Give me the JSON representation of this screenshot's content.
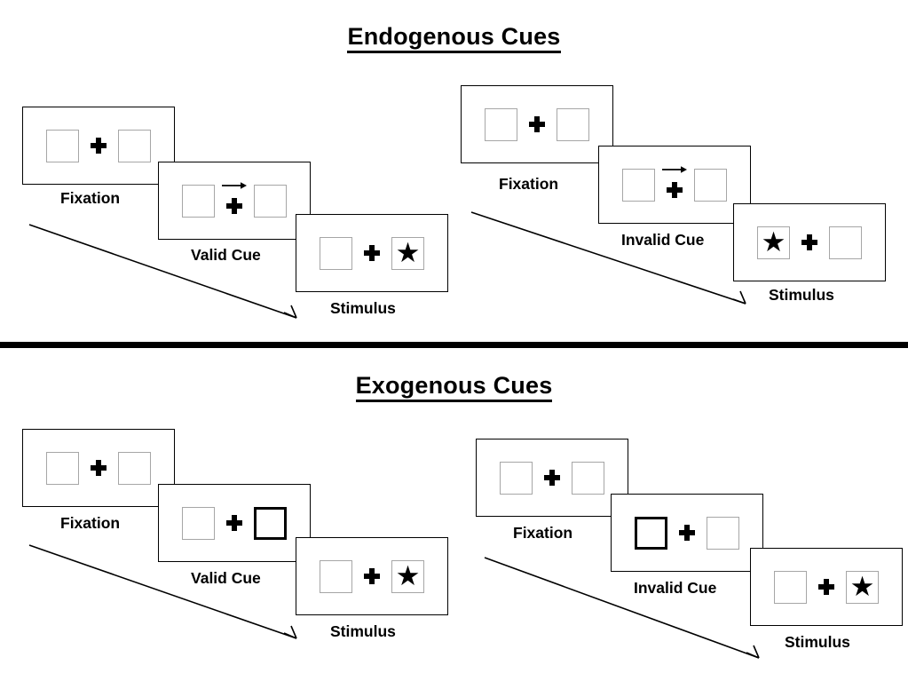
{
  "page": {
    "background": "#ffffff",
    "box_border_color": "#a6a6a6",
    "cued_box_border_color": "#000000",
    "frame_border_color": "#000000",
    "ink_color": "#000000"
  },
  "sections": [
    {
      "id": "endogenous",
      "title": "Endogenous Cues",
      "sequences": [
        {
          "id": "endogenous-valid",
          "frames": [
            {
              "label": "Fixation",
              "cue": "none",
              "target": "none",
              "icon": "fixation-cross-icon"
            },
            {
              "label": "Valid Cue",
              "cue": "arrow-right",
              "target": "none",
              "icon": "arrow-right-cue-icon"
            },
            {
              "label": "Stimulus",
              "cue": "none",
              "target": "right",
              "icon": "star-icon"
            }
          ]
        },
        {
          "id": "endogenous-invalid",
          "frames": [
            {
              "label": "Fixation",
              "cue": "none",
              "target": "none",
              "icon": "fixation-cross-icon"
            },
            {
              "label": "Invalid Cue",
              "cue": "arrow-right",
              "target": "none",
              "icon": "arrow-right-cue-icon"
            },
            {
              "label": "Stimulus",
              "cue": "none",
              "target": "left",
              "icon": "star-icon"
            }
          ]
        }
      ]
    },
    {
      "id": "exogenous",
      "title": "Exogenous Cues",
      "sequences": [
        {
          "id": "exogenous-valid",
          "frames": [
            {
              "label": "Fixation",
              "cue": "none",
              "target": "none",
              "icon": "fixation-cross-icon"
            },
            {
              "label": "Valid Cue",
              "cue": "highlight-right",
              "target": "none",
              "icon": "highlighted-box-icon"
            },
            {
              "label": "Stimulus",
              "cue": "none",
              "target": "right",
              "icon": "star-icon"
            }
          ]
        },
        {
          "id": "exogenous-invalid",
          "frames": [
            {
              "label": "Fixation",
              "cue": "none",
              "target": "none",
              "icon": "fixation-cross-icon"
            },
            {
              "label": "Invalid Cue",
              "cue": "highlight-left",
              "target": "none",
              "icon": "highlighted-box-icon"
            },
            {
              "label": "Stimulus",
              "cue": "none",
              "target": "right",
              "icon": "star-icon"
            }
          ]
        }
      ]
    }
  ],
  "symbols": {
    "star": "★",
    "fixation_cross": "plus-cross",
    "cue_arrow": "arrow-right"
  },
  "flow_arrows": {
    "count": 4,
    "direction": "down-right",
    "meaning": "time"
  }
}
